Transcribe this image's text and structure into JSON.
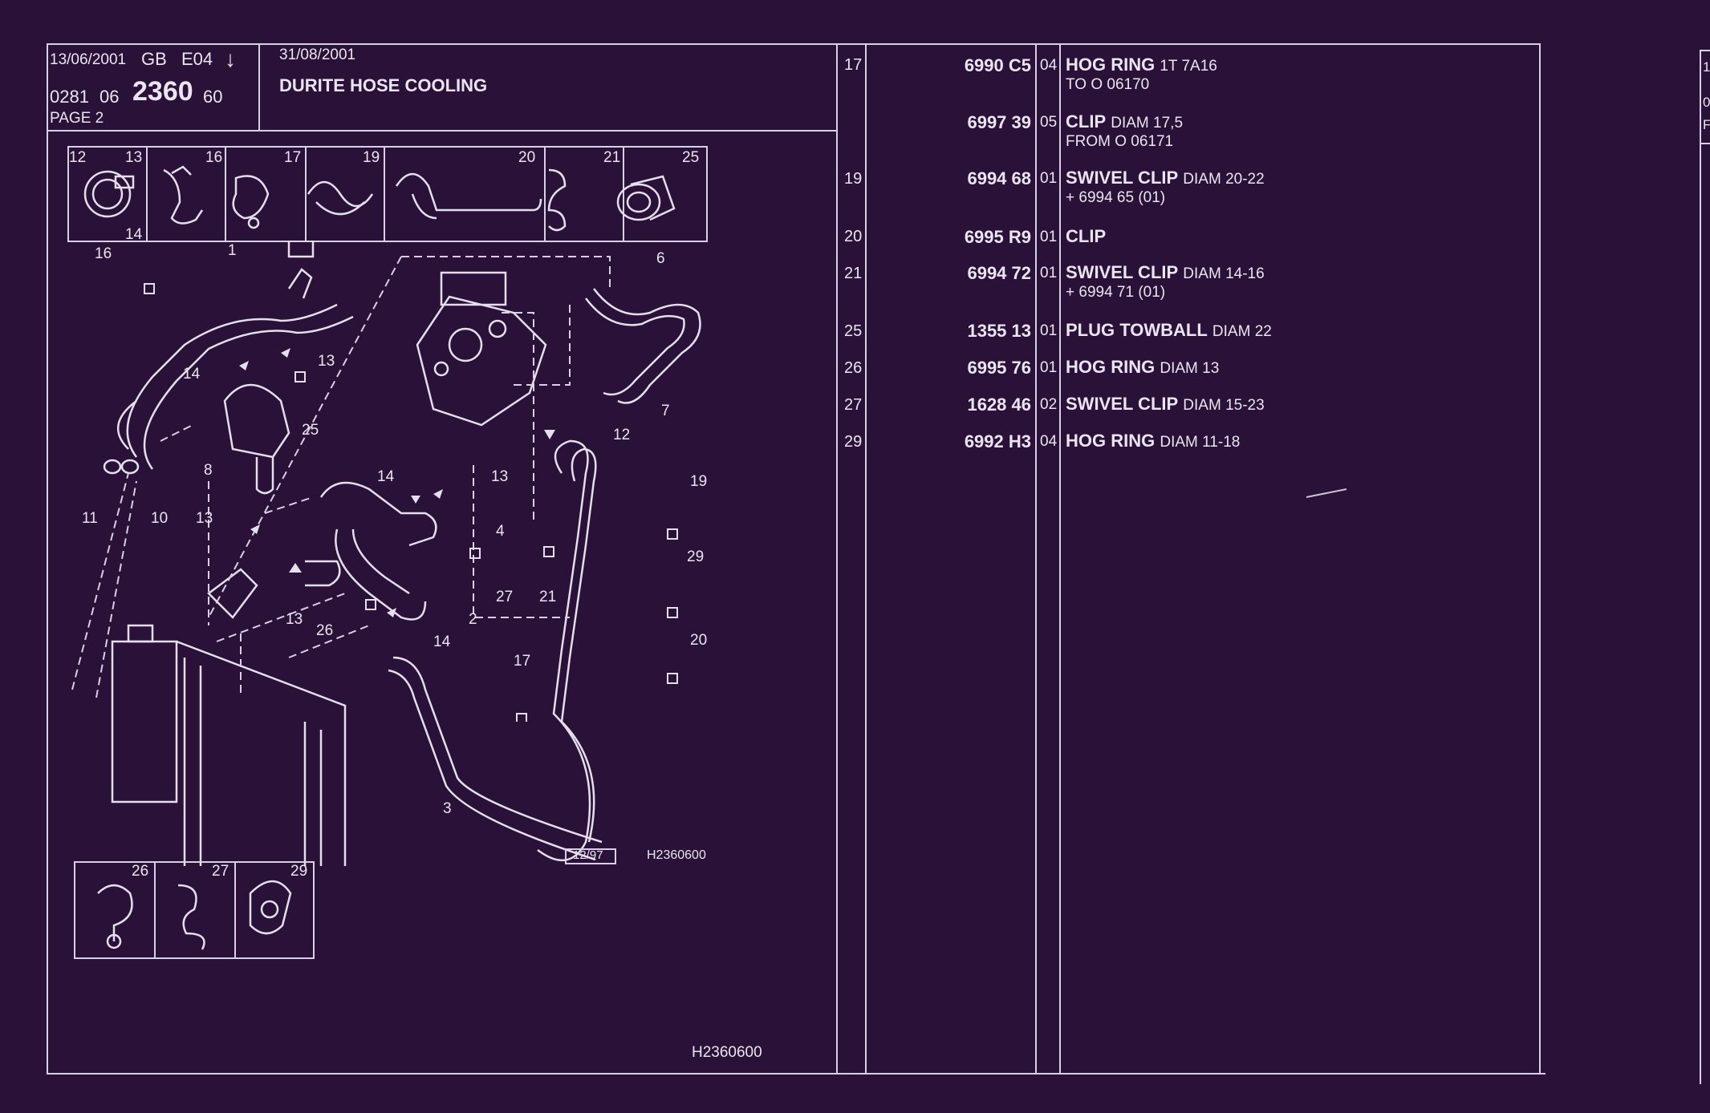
{
  "header": {
    "date1": "13/06/2001",
    "lang": "GB",
    "edition": "E04",
    "arrow": "↓",
    "code_a": "0281",
    "code_b": "06",
    "code_main": "2360",
    "code_c": "60",
    "page": "PAGE 2",
    "date2": "31/08/2001",
    "title": "DURITE HOSE COOLING"
  },
  "diagram": {
    "top_thumbs": [
      "12",
      "13",
      "14",
      "16",
      "17",
      "19",
      "20",
      "21",
      "25"
    ],
    "bottom_thumbs": [
      "26",
      "27",
      "29"
    ],
    "callouts": [
      "16",
      "1",
      "6",
      "13",
      "14",
      "25",
      "7",
      "12",
      "8",
      "11",
      "10",
      "13",
      "14",
      "13",
      "4",
      "19",
      "29",
      "27",
      "21",
      "2",
      "13",
      "26",
      "14",
      "17",
      "20",
      "3"
    ],
    "stamp": "12/97",
    "ref_small": "H2360600",
    "ref_bottom": "H2360600"
  },
  "parts": [
    {
      "item": "17",
      "part": "6990 C5",
      "qty": "04",
      "name": "HOG RING",
      "extra": "1T 7A16",
      "sub": "TO O 06170"
    },
    {
      "item": "",
      "part": "6997 39",
      "qty": "05",
      "name": "CLIP",
      "extra": "DIAM 17,5",
      "sub": "FROM O 06171"
    },
    {
      "item": "19",
      "part": "6994 68",
      "qty": "01",
      "name": "SWIVEL CLIP",
      "extra": "DIAM 20-22",
      "sub": "+ 6994 65 (01)"
    },
    {
      "item": "20",
      "part": "6995 R9",
      "qty": "01",
      "name": "CLIP",
      "extra": "",
      "sub": ""
    },
    {
      "item": "21",
      "part": "6994 72",
      "qty": "01",
      "name": "SWIVEL CLIP",
      "extra": "DIAM 14-16",
      "sub": "+ 6994 71 (01)"
    },
    {
      "item": "25",
      "part": "1355 13",
      "qty": "01",
      "name": "PLUG TOWBALL",
      "extra": "DIAM 22",
      "sub": ""
    },
    {
      "item": "26",
      "part": "6995 76",
      "qty": "01",
      "name": "HOG RING",
      "extra": "DIAM 13",
      "sub": ""
    },
    {
      "item": "27",
      "part": "1628 46",
      "qty": "02",
      "name": "SWIVEL CLIP",
      "extra": "DIAM 15-23",
      "sub": ""
    },
    {
      "item": "29",
      "part": "6992 H3",
      "qty": "04",
      "name": "HOG RING",
      "extra": "DIAM 11-18",
      "sub": ""
    }
  ],
  "next_page": {
    "frag1": "1",
    "frag2": "0",
    "frag3": "F"
  }
}
